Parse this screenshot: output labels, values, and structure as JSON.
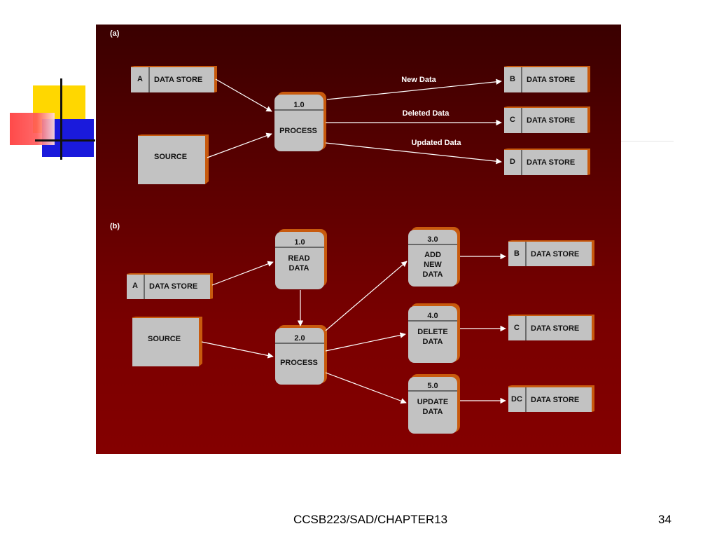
{
  "diagram_a": {
    "tag": "(a)",
    "store_a": {
      "letter": "A",
      "label": "DATA STORE"
    },
    "source": "SOURCE",
    "process": {
      "number": "1.0",
      "name": "PROCESS"
    },
    "flows": {
      "new": "New Data",
      "deleted": "Deleted Data",
      "updated": "Updated Data"
    },
    "store_b": {
      "letter": "B",
      "label": "DATA STORE"
    },
    "store_c": {
      "letter": "C",
      "label": "DATA STORE"
    },
    "store_d": {
      "letter": "D",
      "label": "DATA STORE"
    }
  },
  "diagram_b": {
    "tag": "(b)",
    "store_a": {
      "letter": "A",
      "label": "DATA STORE"
    },
    "source": "SOURCE",
    "read": {
      "number": "1.0",
      "line1": "READ",
      "line2": "DATA"
    },
    "process": {
      "number": "2.0",
      "name": "PROCESS"
    },
    "add": {
      "number": "3.0",
      "line1": "ADD",
      "line2": "NEW",
      "line3": "DATA"
    },
    "delete": {
      "number": "4.0",
      "line1": "DELETE",
      "line2": "DATA"
    },
    "update": {
      "number": "5.0",
      "line1": "UPDATE",
      "line2": "DATA"
    },
    "store_b": {
      "letter": "B",
      "label": "DATA STORE"
    },
    "store_c": {
      "letter": "C",
      "label": "DATA STORE"
    },
    "store_dc": {
      "letter": "DC",
      "label": "DATA STORE"
    }
  },
  "footer": {
    "course": "CCSB223/SAD/CHAPTER13",
    "page": "34"
  },
  "colors": {
    "panel_top": "#3a0000",
    "panel_bottom": "#840000",
    "box": "#c2c2c2",
    "box_edge": "#c85a0e"
  }
}
